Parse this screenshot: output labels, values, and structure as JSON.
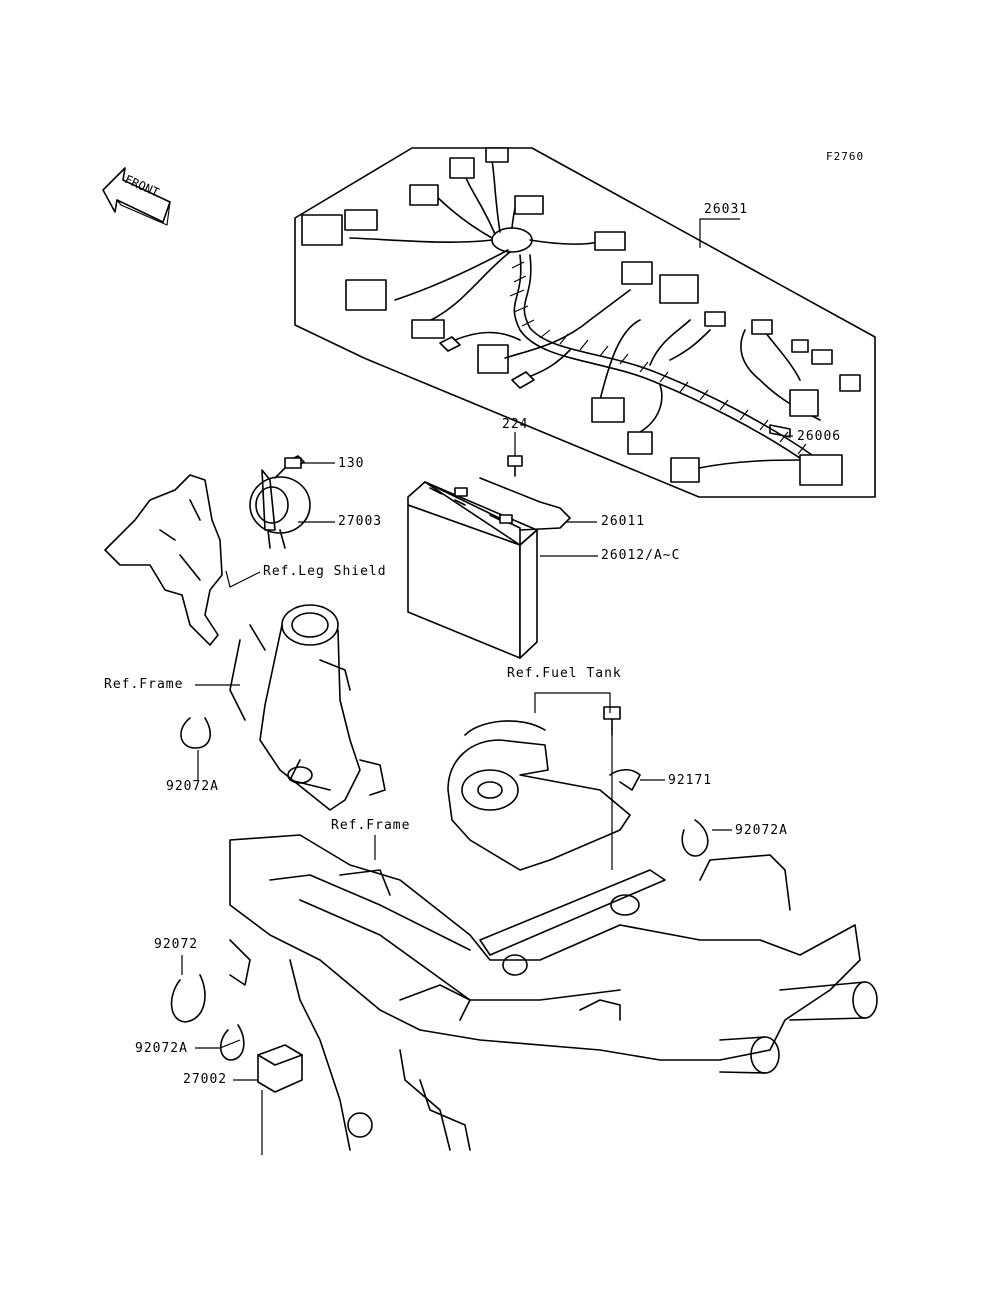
{
  "figure_code": "F2760",
  "direction": "FRONT",
  "labels": {
    "l26031": "26031",
    "l26006": "26006",
    "l224": "224",
    "l130": "130",
    "l27003": "27003",
    "l26011": "26011",
    "l26012": "26012/A~C",
    "ref_leg_shield": "Ref.Leg Shield",
    "ref_frame_1": "Ref.Frame",
    "ref_fuel_tank": "Ref.Fuel Tank",
    "l92072A_1": "92072A",
    "l92171": "92171",
    "ref_frame_2": "Ref.Frame",
    "l92072A_2": "92072A",
    "l92072": "92072",
    "l92072A_3": "92072A",
    "l27002": "27002"
  }
}
